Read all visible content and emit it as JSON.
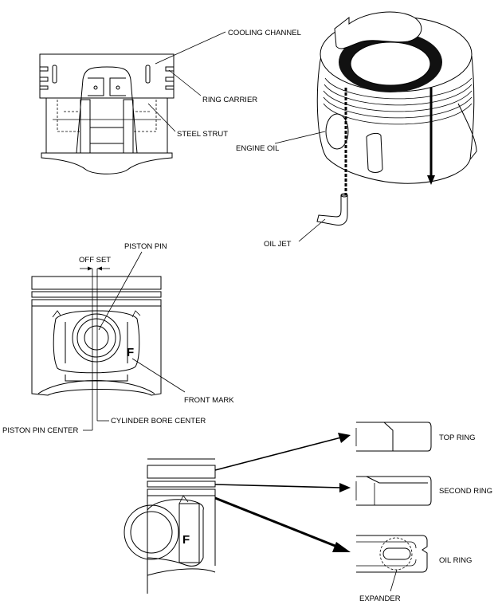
{
  "labels": {
    "cooling_channel": "COOLING CHANNEL",
    "ring_carrier": "RING CARRIER",
    "steel_strut": "STEEL STRUT",
    "engine_oil": "ENGINE OIL",
    "oil_jet": "OIL JET",
    "piston_pin": "PISTON PIN",
    "off_set": "OFF SET",
    "front_mark": "FRONT MARK",
    "cylinder_bore_center": "CYLINDER BORE CENTER",
    "piston_pin_center": "PISTON PIN CENTER",
    "top_ring": "TOP RING",
    "second_ring": "SECOND RING",
    "oil_ring": "OIL RING",
    "expander": "EXPANDER",
    "front_mark_letter": "F"
  }
}
